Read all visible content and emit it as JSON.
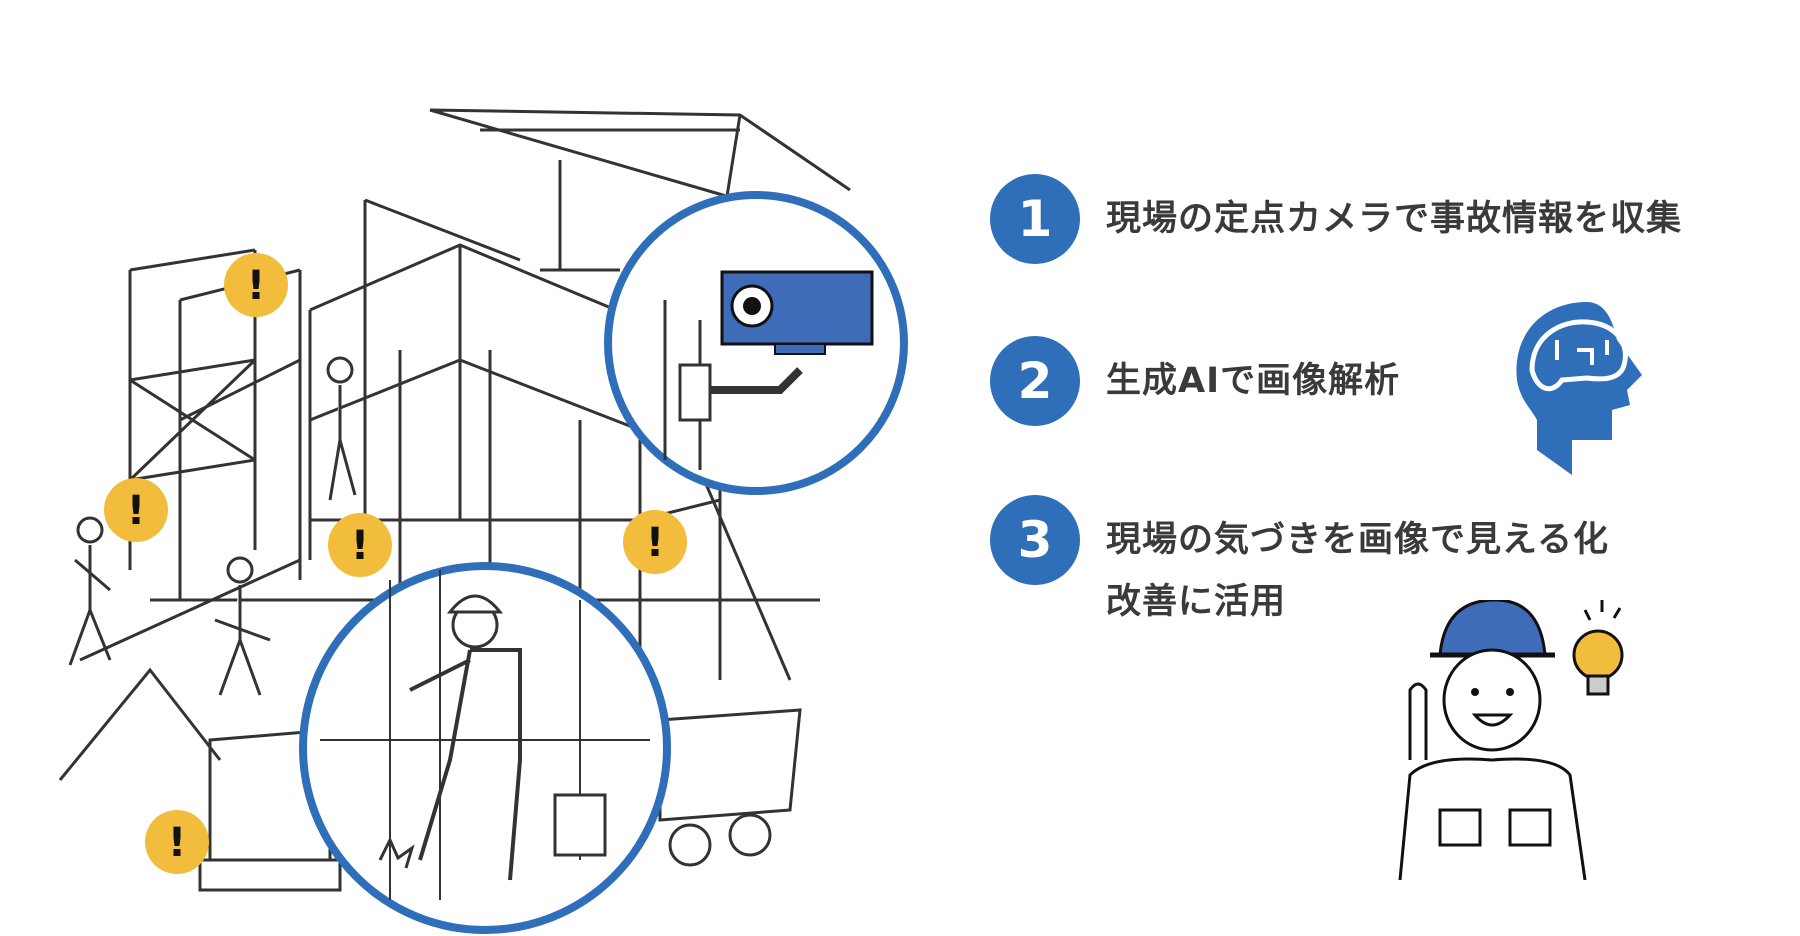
{
  "steps": [
    {
      "number": "1",
      "text": "現場の定点カメラで事故情報を収集"
    },
    {
      "number": "2",
      "text": "生成AIで画像解析"
    },
    {
      "number": "3",
      "text": "現場の気づきを画像で見える化",
      "text2": "改善に活用"
    }
  ],
  "warning_symbol": "!",
  "colors": {
    "accent": "#2f6fba",
    "warning": "#f2bd3c",
    "text": "#3a3a3a"
  }
}
